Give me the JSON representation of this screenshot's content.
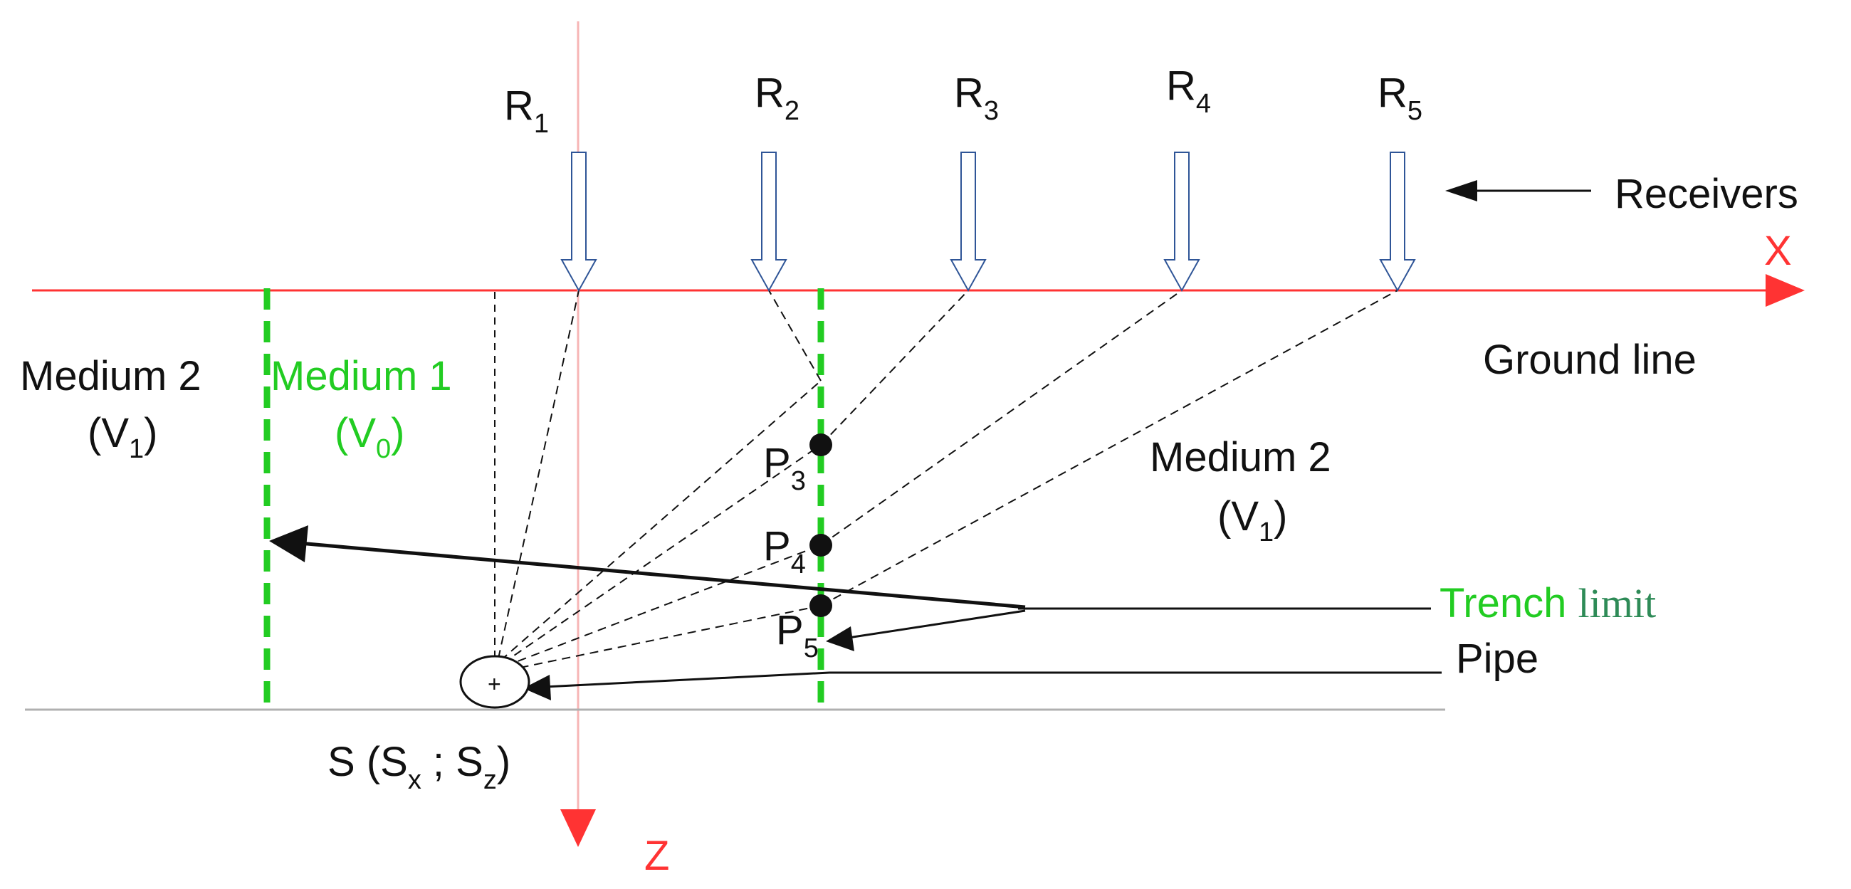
{
  "receivers": [
    {
      "letter": "R",
      "sub": "1"
    },
    {
      "letter": "R",
      "sub": "2"
    },
    {
      "letter": "R",
      "sub": "3"
    },
    {
      "letter": "R",
      "sub": "4"
    },
    {
      "letter": "R",
      "sub": "5"
    }
  ],
  "receivers_label": "Receivers",
  "x_axis_label": "X",
  "z_axis_label": "Z",
  "ground_line_label": "Ground line",
  "medium2_left": {
    "name": "Medium 2",
    "vel_open": "(V",
    "vel_sub": "1",
    "vel_close": ")"
  },
  "medium1": {
    "name": "Medium 1",
    "vel_open": "(V",
    "vel_sub": "0",
    "vel_close": ")"
  },
  "medium2_right": {
    "name": "Medium 2",
    "vel_open": "(V",
    "vel_sub": "1",
    "vel_close": ")"
  },
  "points": [
    {
      "letter": "P",
      "sub": "3"
    },
    {
      "letter": "P",
      "sub": "4"
    },
    {
      "letter": "P",
      "sub": "5"
    }
  ],
  "trench_label": {
    "part1": "Trench",
    "part2": "limit"
  },
  "pipe_label": "Pipe",
  "source_marker": "+",
  "source_label": {
    "s": "S",
    "open": "(S",
    "sub_x": "x",
    "sep": " ; S",
    "sub_z": "z",
    "close": ")"
  },
  "colors": {
    "axis": "#ff3333",
    "trench": "#22cc22",
    "receiver_arrow": "#2f5597",
    "text": "#111111"
  }
}
